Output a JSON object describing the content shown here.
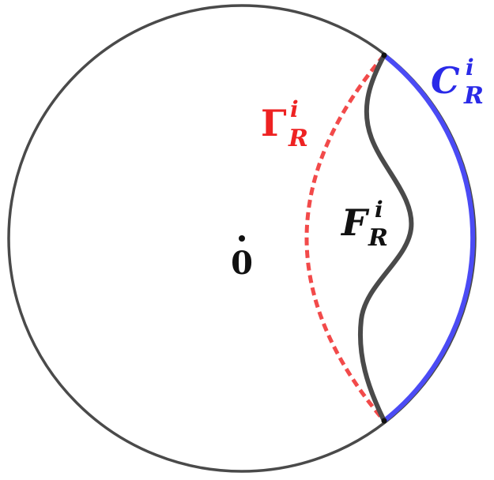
{
  "labels": {
    "boundary_arc": {
      "base": "C",
      "sup": "i",
      "sub": "R"
    },
    "dashed_arc": {
      "base": "Γ",
      "sup": "i",
      "sub": "R"
    },
    "wavy_curve": {
      "base": "F",
      "sup": "i",
      "sub": "R"
    },
    "origin": "0"
  },
  "colors": {
    "circle": "#4a4a4a",
    "boundary_arc": "#4b4bf5",
    "dashed_arc": "#f24a4a",
    "wavy_curve": "#4a4a4a",
    "text_default": "#111111",
    "text_blue": "#2a2ae8",
    "text_red": "#ee2222"
  }
}
